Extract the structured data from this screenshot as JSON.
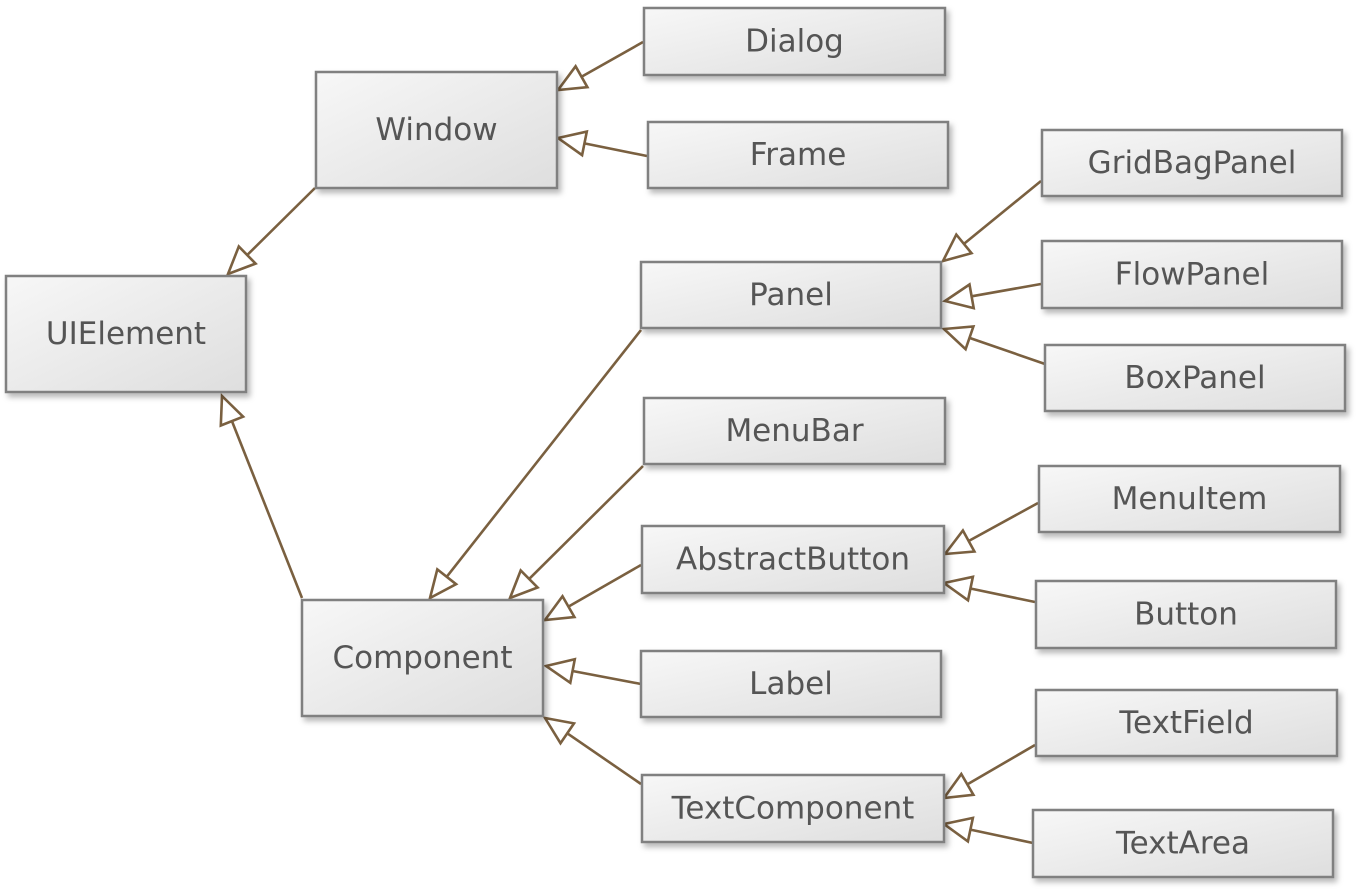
{
  "diagram": {
    "nodes": [
      {
        "id": "uielement",
        "label": "UIElement"
      },
      {
        "id": "window",
        "label": "Window"
      },
      {
        "id": "dialog",
        "label": "Dialog"
      },
      {
        "id": "frame",
        "label": "Frame"
      },
      {
        "id": "component",
        "label": "Component"
      },
      {
        "id": "panel",
        "label": "Panel"
      },
      {
        "id": "gridbagpanel",
        "label": "GridBagPanel"
      },
      {
        "id": "flowpanel",
        "label": "FlowPanel"
      },
      {
        "id": "boxpanel",
        "label": "BoxPanel"
      },
      {
        "id": "menubar",
        "label": "MenuBar"
      },
      {
        "id": "abstractbutton",
        "label": "AbstractButton"
      },
      {
        "id": "menuitem",
        "label": "MenuItem"
      },
      {
        "id": "button",
        "label": "Button"
      },
      {
        "id": "label",
        "label": "Label"
      },
      {
        "id": "textcomponent",
        "label": "TextComponent"
      },
      {
        "id": "textfield",
        "label": "TextField"
      },
      {
        "id": "textarea",
        "label": "TextArea"
      }
    ],
    "edges": [
      {
        "from": "window",
        "to": "uielement"
      },
      {
        "from": "component",
        "to": "uielement"
      },
      {
        "from": "dialog",
        "to": "window"
      },
      {
        "from": "frame",
        "to": "window"
      },
      {
        "from": "panel",
        "to": "component"
      },
      {
        "from": "menubar",
        "to": "component"
      },
      {
        "from": "abstractbutton",
        "to": "component"
      },
      {
        "from": "label",
        "to": "component"
      },
      {
        "from": "textcomponent",
        "to": "component"
      },
      {
        "from": "gridbagpanel",
        "to": "panel"
      },
      {
        "from": "flowpanel",
        "to": "panel"
      },
      {
        "from": "boxpanel",
        "to": "panel"
      },
      {
        "from": "menuitem",
        "to": "abstractbutton"
      },
      {
        "from": "button",
        "to": "abstractbutton"
      },
      {
        "from": "textfield",
        "to": "textcomponent"
      },
      {
        "from": "textarea",
        "to": "textcomponent"
      }
    ],
    "colors": {
      "edge": "#7a6040",
      "box_border": "#808080",
      "box_fill_top": "#f7f7f7",
      "box_fill_bottom": "#dedede",
      "text": "#555555"
    }
  }
}
